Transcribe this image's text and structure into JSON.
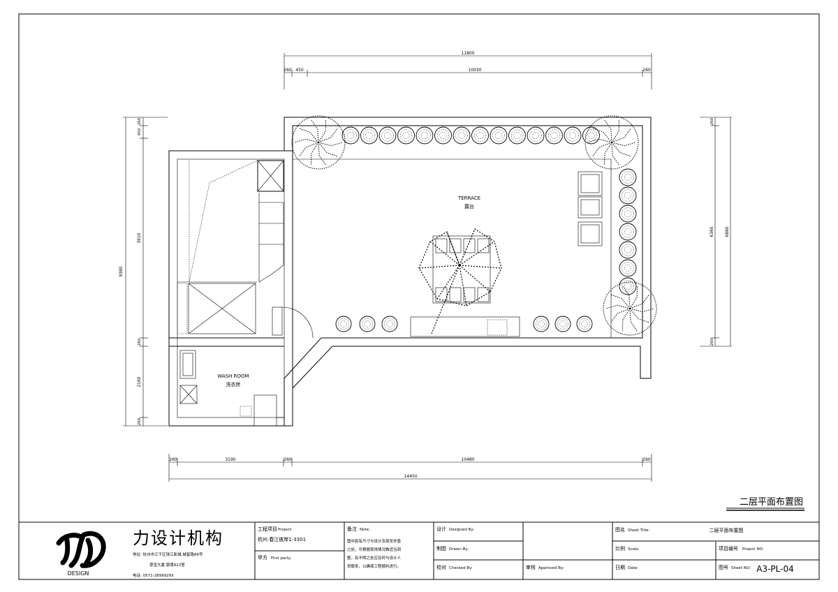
{
  "plan": {
    "dims_top_total": "11800",
    "dims_top": [
      "260",
      "450",
      "10030",
      "260"
    ],
    "dims_bottom_total": "14450",
    "dims_bottom": [
      "260",
      "3190",
      "260",
      "10480",
      "260"
    ],
    "dims_left_total": "9380",
    "dims_left": [
      "260",
      "450",
      "3910",
      "260",
      "2160",
      "260"
    ],
    "dims_right": [
      "260",
      "6360",
      "260"
    ],
    "dims_right_total": "6880",
    "terrace_en": "TERRACE",
    "terrace_cn": "露台",
    "washroom_en": "WASH ROOM",
    "washroom_cn": "洗衣房"
  },
  "drawing_title": "二层平面布置图",
  "title_block": {
    "logo_caption": "DESIGN",
    "company_name": "力设计机构",
    "address_line1": "地址: 杭州市江干区钱江新城.城星路89号",
    "address_line2": "尊宝大厦.银尊813室",
    "phone": "电话: 0571-28999293",
    "project_label": "工程项目",
    "project_label_en": "Project:",
    "project_value": "杭州.春江彼岸1-3301",
    "party_label": "甲方",
    "party_label_en": "First party:",
    "note_label": "备注",
    "note_label_en": "Note:",
    "note_lines": [
      "图中若有尺寸与设计及现状矛盾",
      "之处，可根据现场情况做适当调",
      "整，有不明之处应及时与设计人",
      "员联系，以确保工程顺利进行。"
    ],
    "designed_label": "设计",
    "designed_en": "Designed By:",
    "drawn_label": "制图",
    "drawn_en": "Drawn By:",
    "checked_label": "校对",
    "checked_en": "Checked By:",
    "approved_label": "审核",
    "approved_en": "Approved By:",
    "sheet_title_label": "图名",
    "sheet_title_en": "Sheet Title:",
    "sheet_title_value": "二层平面布置图",
    "scale_label": "比例",
    "scale_en": "Scale:",
    "project_no_label": "项目编号",
    "project_no_en": "Project NO:",
    "date_label": "日期",
    "date_en": "Date:",
    "sheet_no_label": "图号",
    "sheet_no_en": "Sheet NO:",
    "sheet_no_value": "A3-PL-04"
  }
}
